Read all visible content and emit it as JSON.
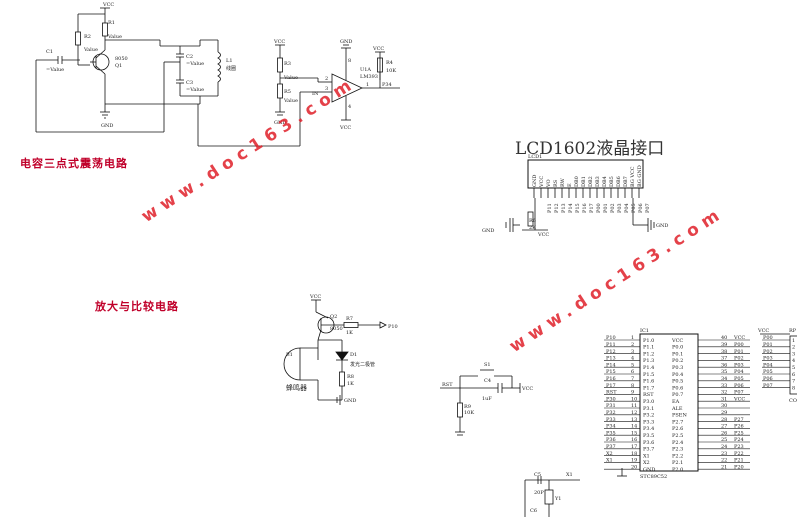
{
  "headings": {
    "oscillator": "电容三点式震荡电路",
    "amplifier": "放大与比较电路",
    "lcd": "LCD1602液晶接口"
  },
  "watermark": "www.doc163.com",
  "osc": {
    "vcc": "VCC",
    "gnd": "GND",
    "r1": "R1",
    "r2": "R2",
    "c1": "C1",
    "q1": "Q1",
    "q1_model": "8050",
    "c2": "C2",
    "c3": "C3",
    "l1": "L1",
    "coil": "线圈",
    "value": "Value",
    "c1_value": "=Value",
    "c2_value": "=Value",
    "c3_value": "=Value"
  },
  "comparator": {
    "vcc": "VCC",
    "gnd": "GND",
    "r3": "R3",
    "r5": "R5",
    "r4": "R4",
    "r4_val": "10K",
    "u1": "U1A",
    "model": "LM393",
    "pin": "P34",
    "in": "IN",
    "p2": "2",
    "p3": "3",
    "p1": "1",
    "p8": "8",
    "p4": "4",
    "value": "Value"
  },
  "lcd": {
    "label": "LCD1",
    "pins": [
      "GND",
      "VCC",
      "VO",
      "RS",
      "RW",
      "E",
      "DB0",
      "DB1",
      "DB2",
      "DB3",
      "DB4",
      "DB5",
      "DB6",
      "DB7",
      "BG VCC",
      "BG GND"
    ],
    "ports": [
      "P11",
      "P12",
      "P13",
      "P14",
      "P15",
      "P16",
      "P17",
      "P00",
      "P01",
      "P02",
      "P03",
      "P04",
      "P05",
      "P06",
      "P07"
    ],
    "r6": "R6",
    "r6_val": "2K",
    "gnd": "GND",
    "vcc": "VCC"
  },
  "amp": {
    "vcc": "VCC",
    "q2": "Q2",
    "q2_model": "8050",
    "r7": "R7",
    "r7_val": "1K",
    "p10": "P10",
    "b1": "B1",
    "buzzer": "蜂鸣器",
    "d1": "D1",
    "led": "发光二极管",
    "r8": "R8",
    "r8_val": "1K",
    "gnd": "GND"
  },
  "reset": {
    "s1": "S1",
    "c4": "C4",
    "c4_val": "1uF",
    "r9": "R9",
    "r9_val": "10K",
    "rst": "RST",
    "vcc": "VCC"
  },
  "crystal": {
    "c5": "C5",
    "c5_val": "20P",
    "c6": "C6",
    "x1": "X1",
    "y1": "Y1"
  },
  "mcu": {
    "label": "IC1",
    "model": "STC89C52",
    "left_nets": [
      "P10",
      "P11",
      "P12",
      "P13",
      "P14",
      "P15",
      "P16",
      "P17",
      "RST",
      "P30",
      "P31",
      "P32",
      "P33",
      "P34",
      "P35",
      "P36",
      "P37",
      "X2",
      "X1",
      ""
    ],
    "left_pins": [
      "P1.0",
      "P1.1",
      "P1.2",
      "P1.3",
      "P1.4",
      "P1.5",
      "P1.6",
      "P1.7",
      "RST",
      "P3.0",
      "P3.1",
      "P3.2",
      "P3.3",
      "P3.4",
      "P3.5",
      "P3.6",
      "P3.7",
      "X1",
      "X2",
      "GND"
    ],
    "left_nums": [
      "1",
      "2",
      "3",
      "4",
      "5",
      "6",
      "7",
      "8",
      "9",
      "10",
      "11",
      "12",
      "13",
      "14",
      "15",
      "16",
      "17",
      "18",
      "19",
      "20"
    ],
    "right_pins": [
      "VCC",
      "P0.0",
      "P0.1",
      "P0.2",
      "P0.3",
      "P0.4",
      "P0.5",
      "P0.6",
      "P0.7",
      "EA",
      "ALE",
      "PSEN",
      "P2.7",
      "P2.6",
      "P2.5",
      "P2.4",
      "P2.3",
      "P2.2",
      "P2.1",
      "P2.0"
    ],
    "right_nums": [
      "40",
      "39",
      "38",
      "37",
      "36",
      "35",
      "34",
      "33",
      "32",
      "31",
      "30",
      "29",
      "28",
      "27",
      "26",
      "25",
      "24",
      "23",
      "22",
      "21"
    ],
    "right_nets": [
      "VCC",
      "P00",
      "P01",
      "P02",
      "P03",
      "P04",
      "P05",
      "P06",
      "P07",
      "VCC",
      "",
      "",
      "P27",
      "P26",
      "P25",
      "P24",
      "P23",
      "P22",
      "P21",
      "P20"
    ]
  },
  "rp": {
    "label": "RP",
    "vcc": "VCC",
    "co": "CO",
    "nets": [
      "P00",
      "P01",
      "P02",
      "P03",
      "P04",
      "P05",
      "P06",
      "P07"
    ],
    "nums": [
      "1",
      "2",
      "3",
      "4",
      "5",
      "6",
      "7",
      "8"
    ]
  }
}
